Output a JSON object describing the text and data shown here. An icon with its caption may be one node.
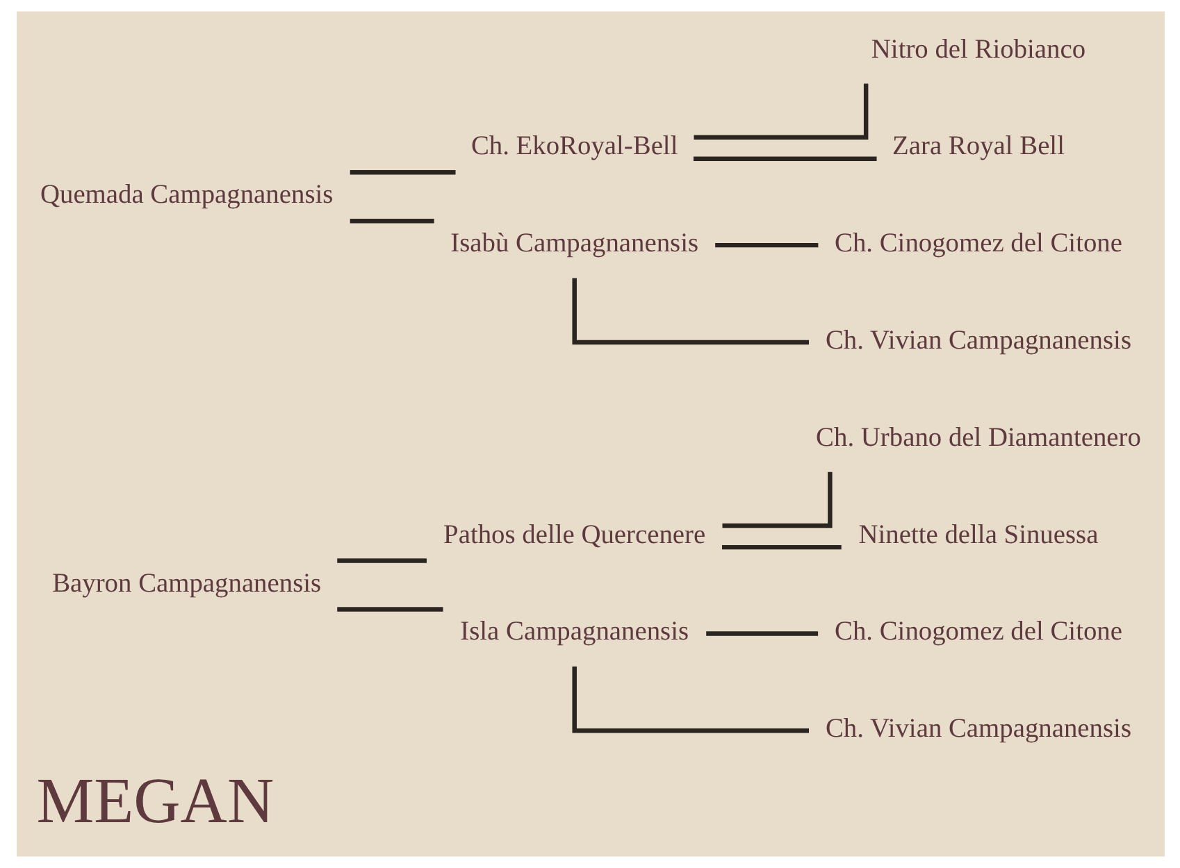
{
  "diagram": {
    "title": "MEGAN",
    "nodes": [
      {
        "text": [
          "Bayron Campagnanensis"
        ]
      },
      {
        "text": [
          "Pathos delle Quercenere"
        ]
      },
      {
        "text": [
          "Isla Campagnanensis"
        ]
      },
      {
        "text": [
          "Ch. Urbano del Diamantenero"
        ]
      },
      {
        "text": [
          "Ninette della Sinuessa"
        ]
      },
      {
        "text": [
          "Ch. Cinogomez del Citone"
        ]
      },
      {
        "text": [
          "Ch. Vivian Campagnanensis"
        ]
      },
      {
        "text": [
          "Quemada Campagnanensis"
        ]
      },
      {
        "text": [
          "Ch. EkoRoyal-Bell"
        ]
      },
      {
        "text": [
          "Isabù Campagnanensis"
        ]
      },
      {
        "text": [
          "Nitro del Riobianco"
        ]
      },
      {
        "text": [
          "Zara Royal Bell"
        ]
      },
      {
        "text": [
          "Ch. Cinogomez del Citone"
        ]
      },
      {
        "text": [
          "Ch. Vivian Campagnanensis"
        ]
      }
    ],
    "edges": [
      {
        "from": 0,
        "to": 1,
        "arrow": "none"
      },
      {
        "from": 0,
        "to": 2,
        "arrow": "none"
      },
      {
        "from": 1,
        "to": 3,
        "arrow": "none"
      },
      {
        "from": 1,
        "to": 4,
        "arrow": "none"
      },
      {
        "from": 2,
        "to": 5,
        "arrow": "none"
      },
      {
        "from": 2,
        "to": 6,
        "arrow": "none"
      },
      {
        "from": 7,
        "to": 8,
        "arrow": "none"
      },
      {
        "from": 7,
        "to": 9,
        "arrow": "none"
      },
      {
        "from": 8,
        "to": 10,
        "arrow": "none"
      },
      {
        "from": 8,
        "to": 11,
        "arrow": "none"
      },
      {
        "from": 9,
        "to": 12,
        "arrow": "none"
      },
      {
        "from": 9,
        "to": 13,
        "arrow": "none"
      }
    ]
  }
}
